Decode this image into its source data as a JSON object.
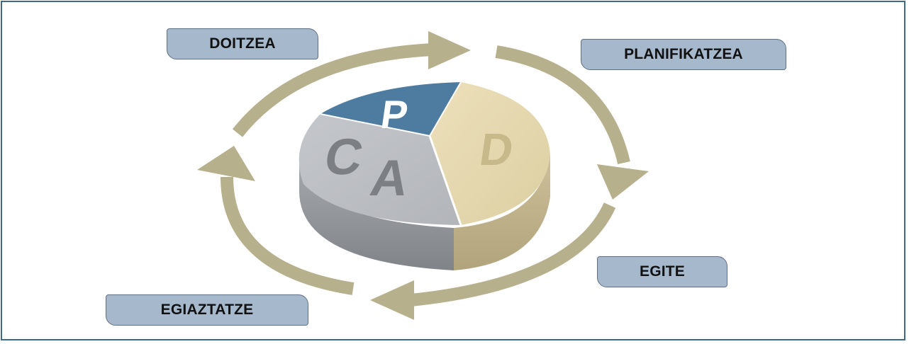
{
  "stages": {
    "adjust": "DOITZEA",
    "plan": "PLANIFIKATZEA",
    "do": "EGITE",
    "check": "EGIAZTATZE"
  },
  "letters": {
    "p": "P",
    "d": "D",
    "c": "C",
    "a": "A"
  },
  "colors": {
    "frame": "#3d6a8a",
    "label_fill": "#a6b8cc",
    "arrow": "#b7b08c",
    "plan_segment": "#4e7ba0",
    "do_segment": "#e6d7ab",
    "check_act_segment": "#b9bcc1"
  }
}
